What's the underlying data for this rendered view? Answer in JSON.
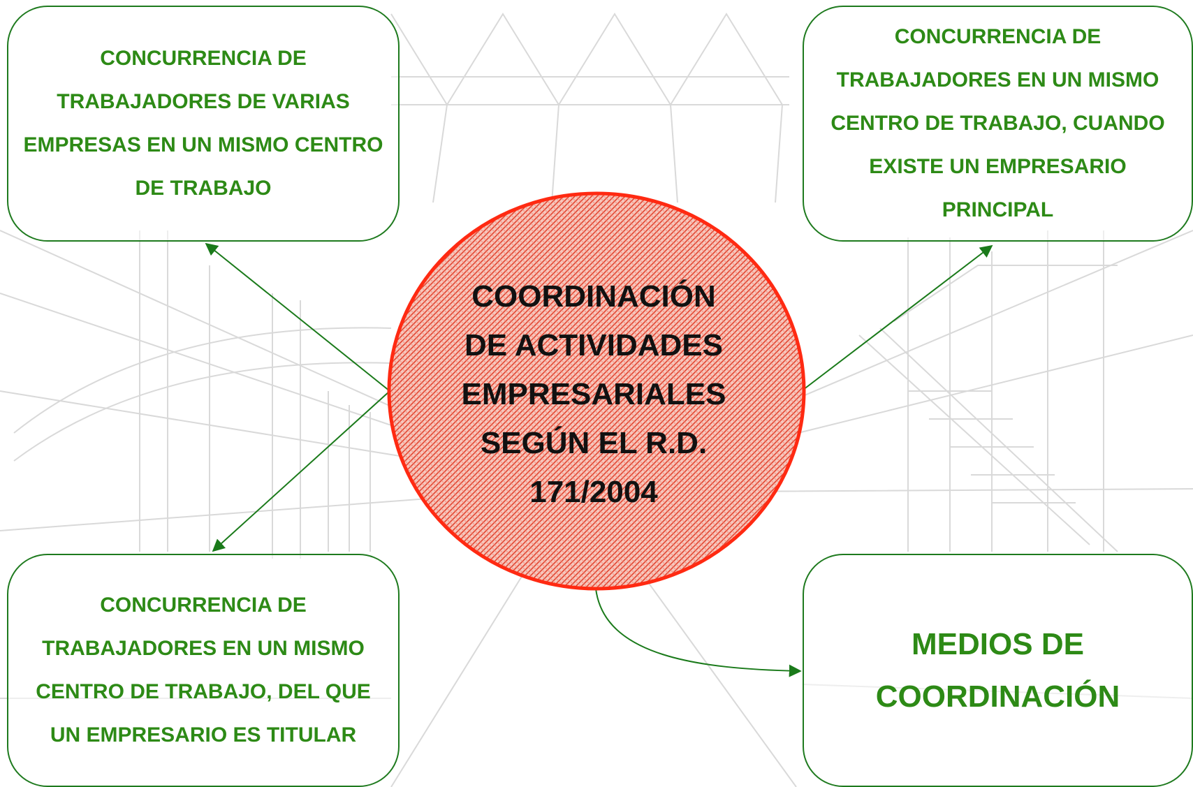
{
  "center": {
    "label": "COORDINACIÓN DE ACTIVIDADES EMPRESARIALES SEGÚN EL R.D. 171/2004",
    "lines": [
      "COORDINACIÓN",
      "DE ACTIVIDADES",
      "EMPRESARIALES",
      "SEGÚN EL R.D.",
      "171/2004"
    ],
    "fill_color": "#f25a4a",
    "border_color": "#ff2a12"
  },
  "boxes": {
    "top_left": "CONCURRENCIA DE TRABAJADORES DE VARIAS EMPRESAS EN UN MISMO CENTRO DE TRABAJO",
    "top_right": "CONCURRENCIA DE TRABAJADORES EN UN MISMO CENTRO DE TRABAJO, CUANDO EXISTE UN EMPRESARIO PRINCIPAL",
    "bottom_left": "CONCURRENCIA DE TRABAJADORES EN UN MISMO CENTRO DE TRABAJO, DEL QUE UN EMPRESARIO ES TITULAR",
    "bottom_right": "MEDIOS DE COORDINACIÓN"
  },
  "colors": {
    "box_border": "#1e7a1e",
    "box_text": "#2d8a16",
    "connector": "#1a7a1a",
    "center_text": "#111111"
  }
}
